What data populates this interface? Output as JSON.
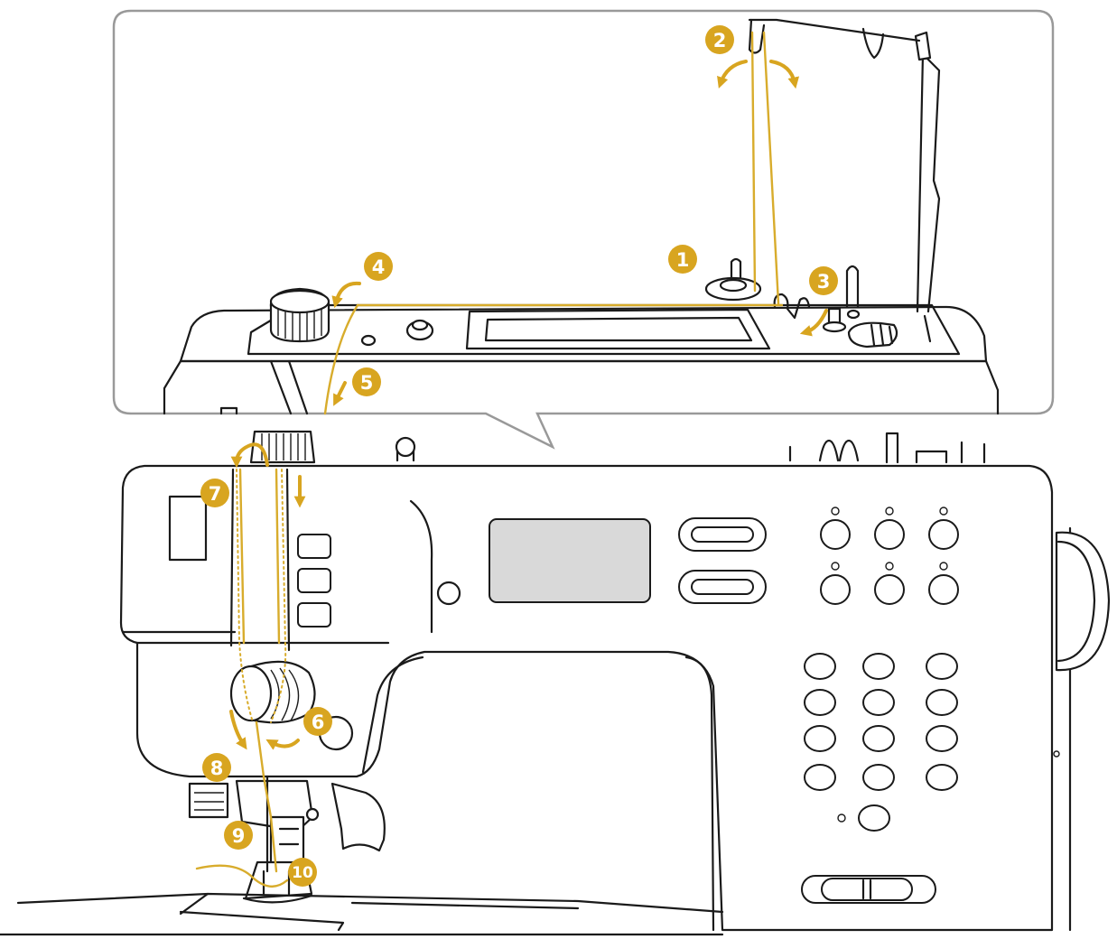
{
  "colors": {
    "thread": "#d8ac2c",
    "badge": "#d8a520",
    "outline": "#1a1a1a",
    "display": "#d9d9d9",
    "background": "#ffffff"
  },
  "steps": [
    "1",
    "2",
    "3",
    "4",
    "5",
    "6",
    "7",
    "8",
    "9",
    "10"
  ]
}
